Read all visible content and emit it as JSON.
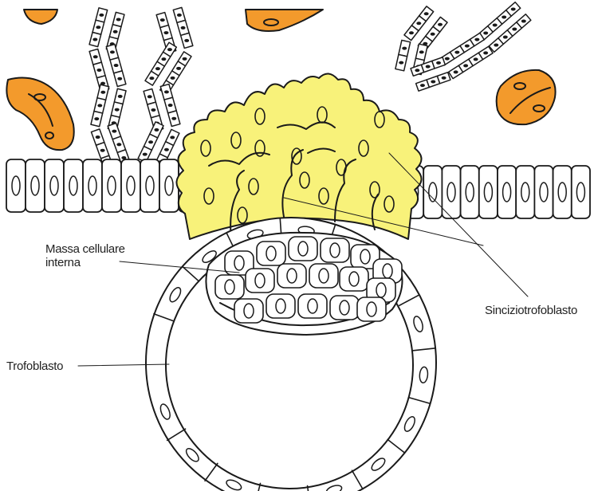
{
  "labels": {
    "inner_cell_mass_line1": "Massa cellulare",
    "inner_cell_mass_line2": "interna",
    "syncytiotrophoblast": "Sinciziotrofoblasto",
    "trophoblast": "Trofoblasto"
  },
  "colors": {
    "syncytium_fill": "#f8f27a",
    "blood_cell_fill": "#f39a2c",
    "outline": "#1a1a1a",
    "background": "#ffffff"
  }
}
